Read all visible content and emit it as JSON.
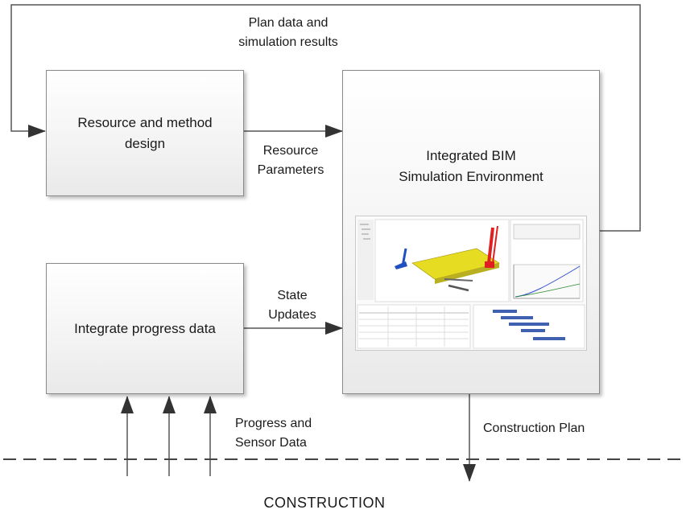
{
  "boxes": {
    "resource_design": {
      "line1": "Resource and method",
      "line2": "design"
    },
    "integrated_bim": {
      "line1": "Integrated BIM",
      "line2": "Simulation Environment"
    },
    "integrate_progress": {
      "label": "Integrate progress data"
    }
  },
  "arrows": {
    "feedback": {
      "line1": "Plan data and",
      "line2": "simulation results"
    },
    "resource_params": {
      "line1": "Resource",
      "line2": "Parameters"
    },
    "state_updates": {
      "line1": "State",
      "line2": "Updates"
    },
    "progress_sensor": {
      "line1": "Progress and",
      "line2": "Sensor Data"
    },
    "construction_plan": {
      "label": "Construction Plan"
    }
  },
  "footer": {
    "label": "CONSTRUCTION"
  },
  "colors": {
    "line": "#404040",
    "box_border": "#8a8a8a",
    "model_yellow": "#e8e020",
    "crane_red": "#e02020",
    "crane_blue": "#2050c0"
  }
}
